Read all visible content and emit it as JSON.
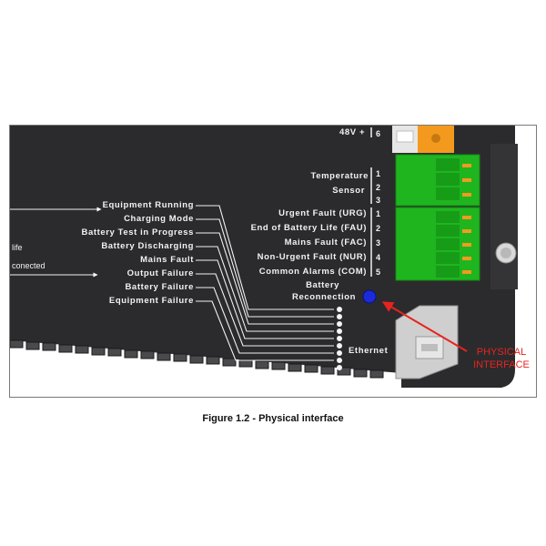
{
  "header": {
    "voltage_label": "48V +",
    "voltage_num": "6"
  },
  "sensor": {
    "line1": "Temperature",
    "line2": "Sensor",
    "nums": [
      "1",
      "2",
      "3"
    ]
  },
  "alarms": {
    "labels": [
      "Urgent Fault (URG)",
      "End of Battery Life (FAU)",
      "Mains Fault (FAC)",
      "Non-Urgent Fault (NUR)",
      "Common Alarms (COM)"
    ],
    "nums": [
      "1",
      "2",
      "3",
      "4",
      "5"
    ]
  },
  "indicators": {
    "labels": [
      "Equipment Running",
      "Charging Mode",
      "Battery Test in Progress",
      "Battery Discharging",
      "Mains Fault",
      "Output Failure",
      "Battery Failure",
      "Equipment Failure"
    ]
  },
  "battery_reconnection": {
    "line1": "Battery",
    "line2": "Reconnection"
  },
  "ethernet_label": "Ethernet",
  "left_labels": {
    "life": "life",
    "reconnected": "conected"
  },
  "callout": {
    "line1": "PHYSICAL",
    "line2": "INTERFACE",
    "color": "#e8231e"
  },
  "colors": {
    "panel": "#2b2b2d",
    "terminal_green": "#1fb51f",
    "connector_orange": "#f39a1e",
    "button_blue": "#1c2bd8"
  },
  "caption": "Figure 1.2 - Physical interface"
}
